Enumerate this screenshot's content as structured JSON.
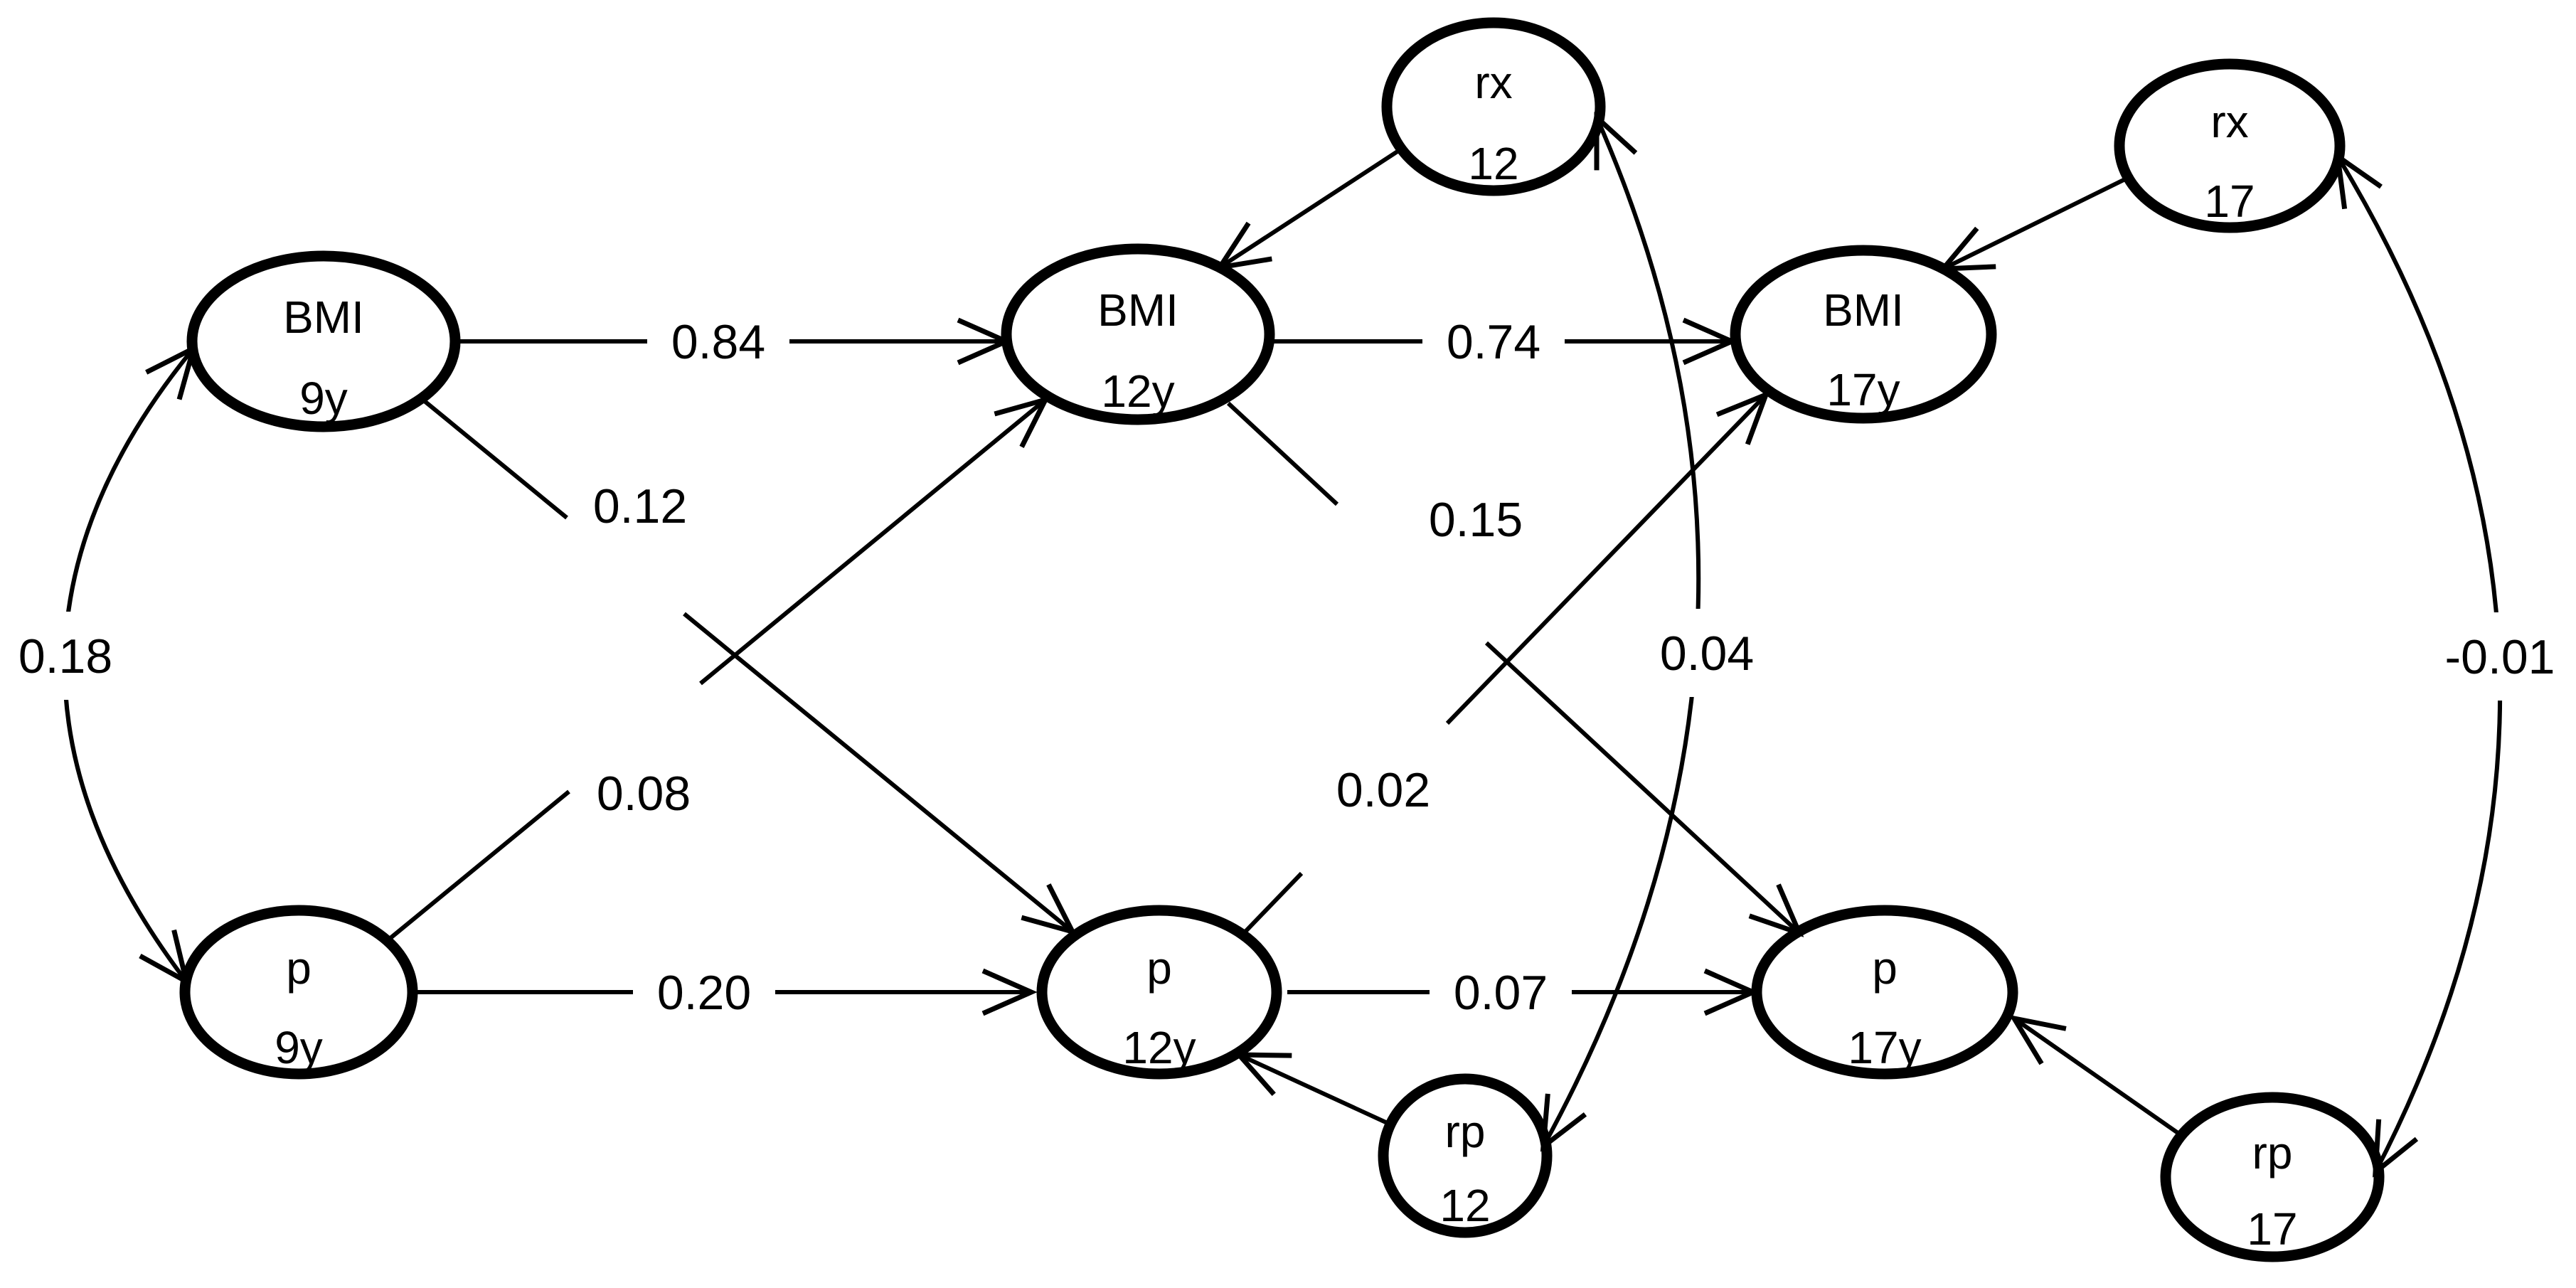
{
  "diagram": {
    "background_color": "#ffffff",
    "ink_color": "#000000",
    "type": "cross-lagged structural equation path diagram",
    "nodes": [
      {
        "id": "bmi-9y",
        "line1": "BMI",
        "line2": "9y"
      },
      {
        "id": "p-9y",
        "line1": "p",
        "line2": "9y"
      },
      {
        "id": "bmi-12y",
        "line1": "BMI",
        "line2": "12y"
      },
      {
        "id": "p-12y",
        "line1": "p",
        "line2": "12y"
      },
      {
        "id": "rx-12",
        "line1": "rx",
        "line2": "12"
      },
      {
        "id": "rp-12",
        "line1": "rp",
        "line2": "12"
      },
      {
        "id": "bmi-17y",
        "line1": "BMI",
        "line2": "17y"
      },
      {
        "id": "p-17y",
        "line1": "p",
        "line2": "17y"
      },
      {
        "id": "rx-17",
        "line1": "rx",
        "line2": "17"
      },
      {
        "id": "rp-17",
        "line1": "rp",
        "line2": "17"
      }
    ],
    "path_coefficients": {
      "bmi9_to_bmi12": "0.84",
      "bmi12_to_bmi17": "0.74",
      "p9_to_p12": "0.20",
      "p12_to_p17": "0.07",
      "bmi9_to_p12": "0.12",
      "p9_to_bmi12": "0.08",
      "bmi12_to_p17": "0.15",
      "p12_to_bmi17": "0.02",
      "bmi9_with_p9": "0.18",
      "rx12_with_rp12": "0.04",
      "rx17_with_rp17": "-0.01"
    }
  }
}
